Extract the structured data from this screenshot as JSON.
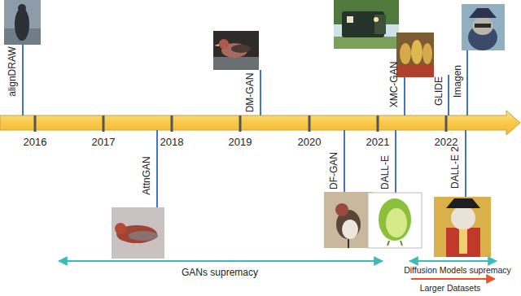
{
  "diagram": {
    "labels": [
      "alignDRAW",
      "DM-GAN",
      "XMC-GAN",
      "GLIDE",
      "Imagen",
      "2016",
      "2017",
      "2018",
      "2019",
      "2020",
      "2021",
      "2022",
      "AttnGAN",
      "DF-GAN",
      "DALL-E",
      "DALL-E 2",
      "GANs supremacy",
      "Diffusion Models supremacy",
      "Larger Datasets"
    ]
  }
}
